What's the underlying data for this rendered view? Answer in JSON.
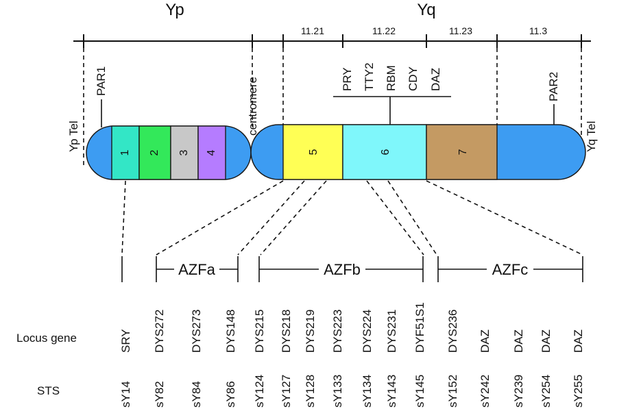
{
  "arm_labels": {
    "yp": "Yp",
    "yq": "Yq"
  },
  "bands": [
    "11.21",
    "11.22",
    "11.23",
    "11.3"
  ],
  "tel_labels": {
    "yp_tel": "Yp Tel",
    "yq_tel": "Yq Tel"
  },
  "par_labels": {
    "par1": "PAR1",
    "par2": "PAR2"
  },
  "centromere_label": "centromere",
  "genes": [
    "PRY",
    "TTY2",
    "RBM",
    "CDY",
    "DAZ"
  ],
  "segments": [
    {
      "label": "1",
      "color": "#33e6c6"
    },
    {
      "label": "2",
      "color": "#33e85a"
    },
    {
      "label": "3",
      "color": "#c8c8c8"
    },
    {
      "label": "4",
      "color": "#b57cff"
    },
    {
      "label": "5",
      "color": "#ffff55"
    },
    {
      "label": "6",
      "color": "#7ff7fb"
    },
    {
      "label": "7",
      "color": "#c49a63"
    }
  ],
  "chromosome_color": "#3d9cf2",
  "azf_regions": [
    "AZFa",
    "AZFb",
    "AZFc"
  ],
  "row_titles": {
    "locus": "Locus gene",
    "sts": "STS"
  },
  "markers": [
    {
      "locus": "SRY",
      "sts": "sY14"
    },
    {
      "locus": "DYS272",
      "sts": "sY82"
    },
    {
      "locus": "DYS273",
      "sts": "sY84"
    },
    {
      "locus": "DYS148",
      "sts": "sY86"
    },
    {
      "locus": "DYS215",
      "sts": "sY124"
    },
    {
      "locus": "DYS218",
      "sts": "sY127"
    },
    {
      "locus": "DYS219",
      "sts": "sY128"
    },
    {
      "locus": "DYS223",
      "sts": "sY133"
    },
    {
      "locus": "DYS224",
      "sts": "sY134"
    },
    {
      "locus": "DYS231",
      "sts": "sY143"
    },
    {
      "locus": "DYF51S1",
      "sts": "sY145"
    },
    {
      "locus": "DYS236",
      "sts": "sY152"
    },
    {
      "locus": "DAZ",
      "sts": "sY242"
    },
    {
      "locus": "DAZ",
      "sts": "sY239"
    },
    {
      "locus": "DAZ",
      "sts": "sY254"
    },
    {
      "locus": "DAZ",
      "sts": "sY255"
    }
  ]
}
